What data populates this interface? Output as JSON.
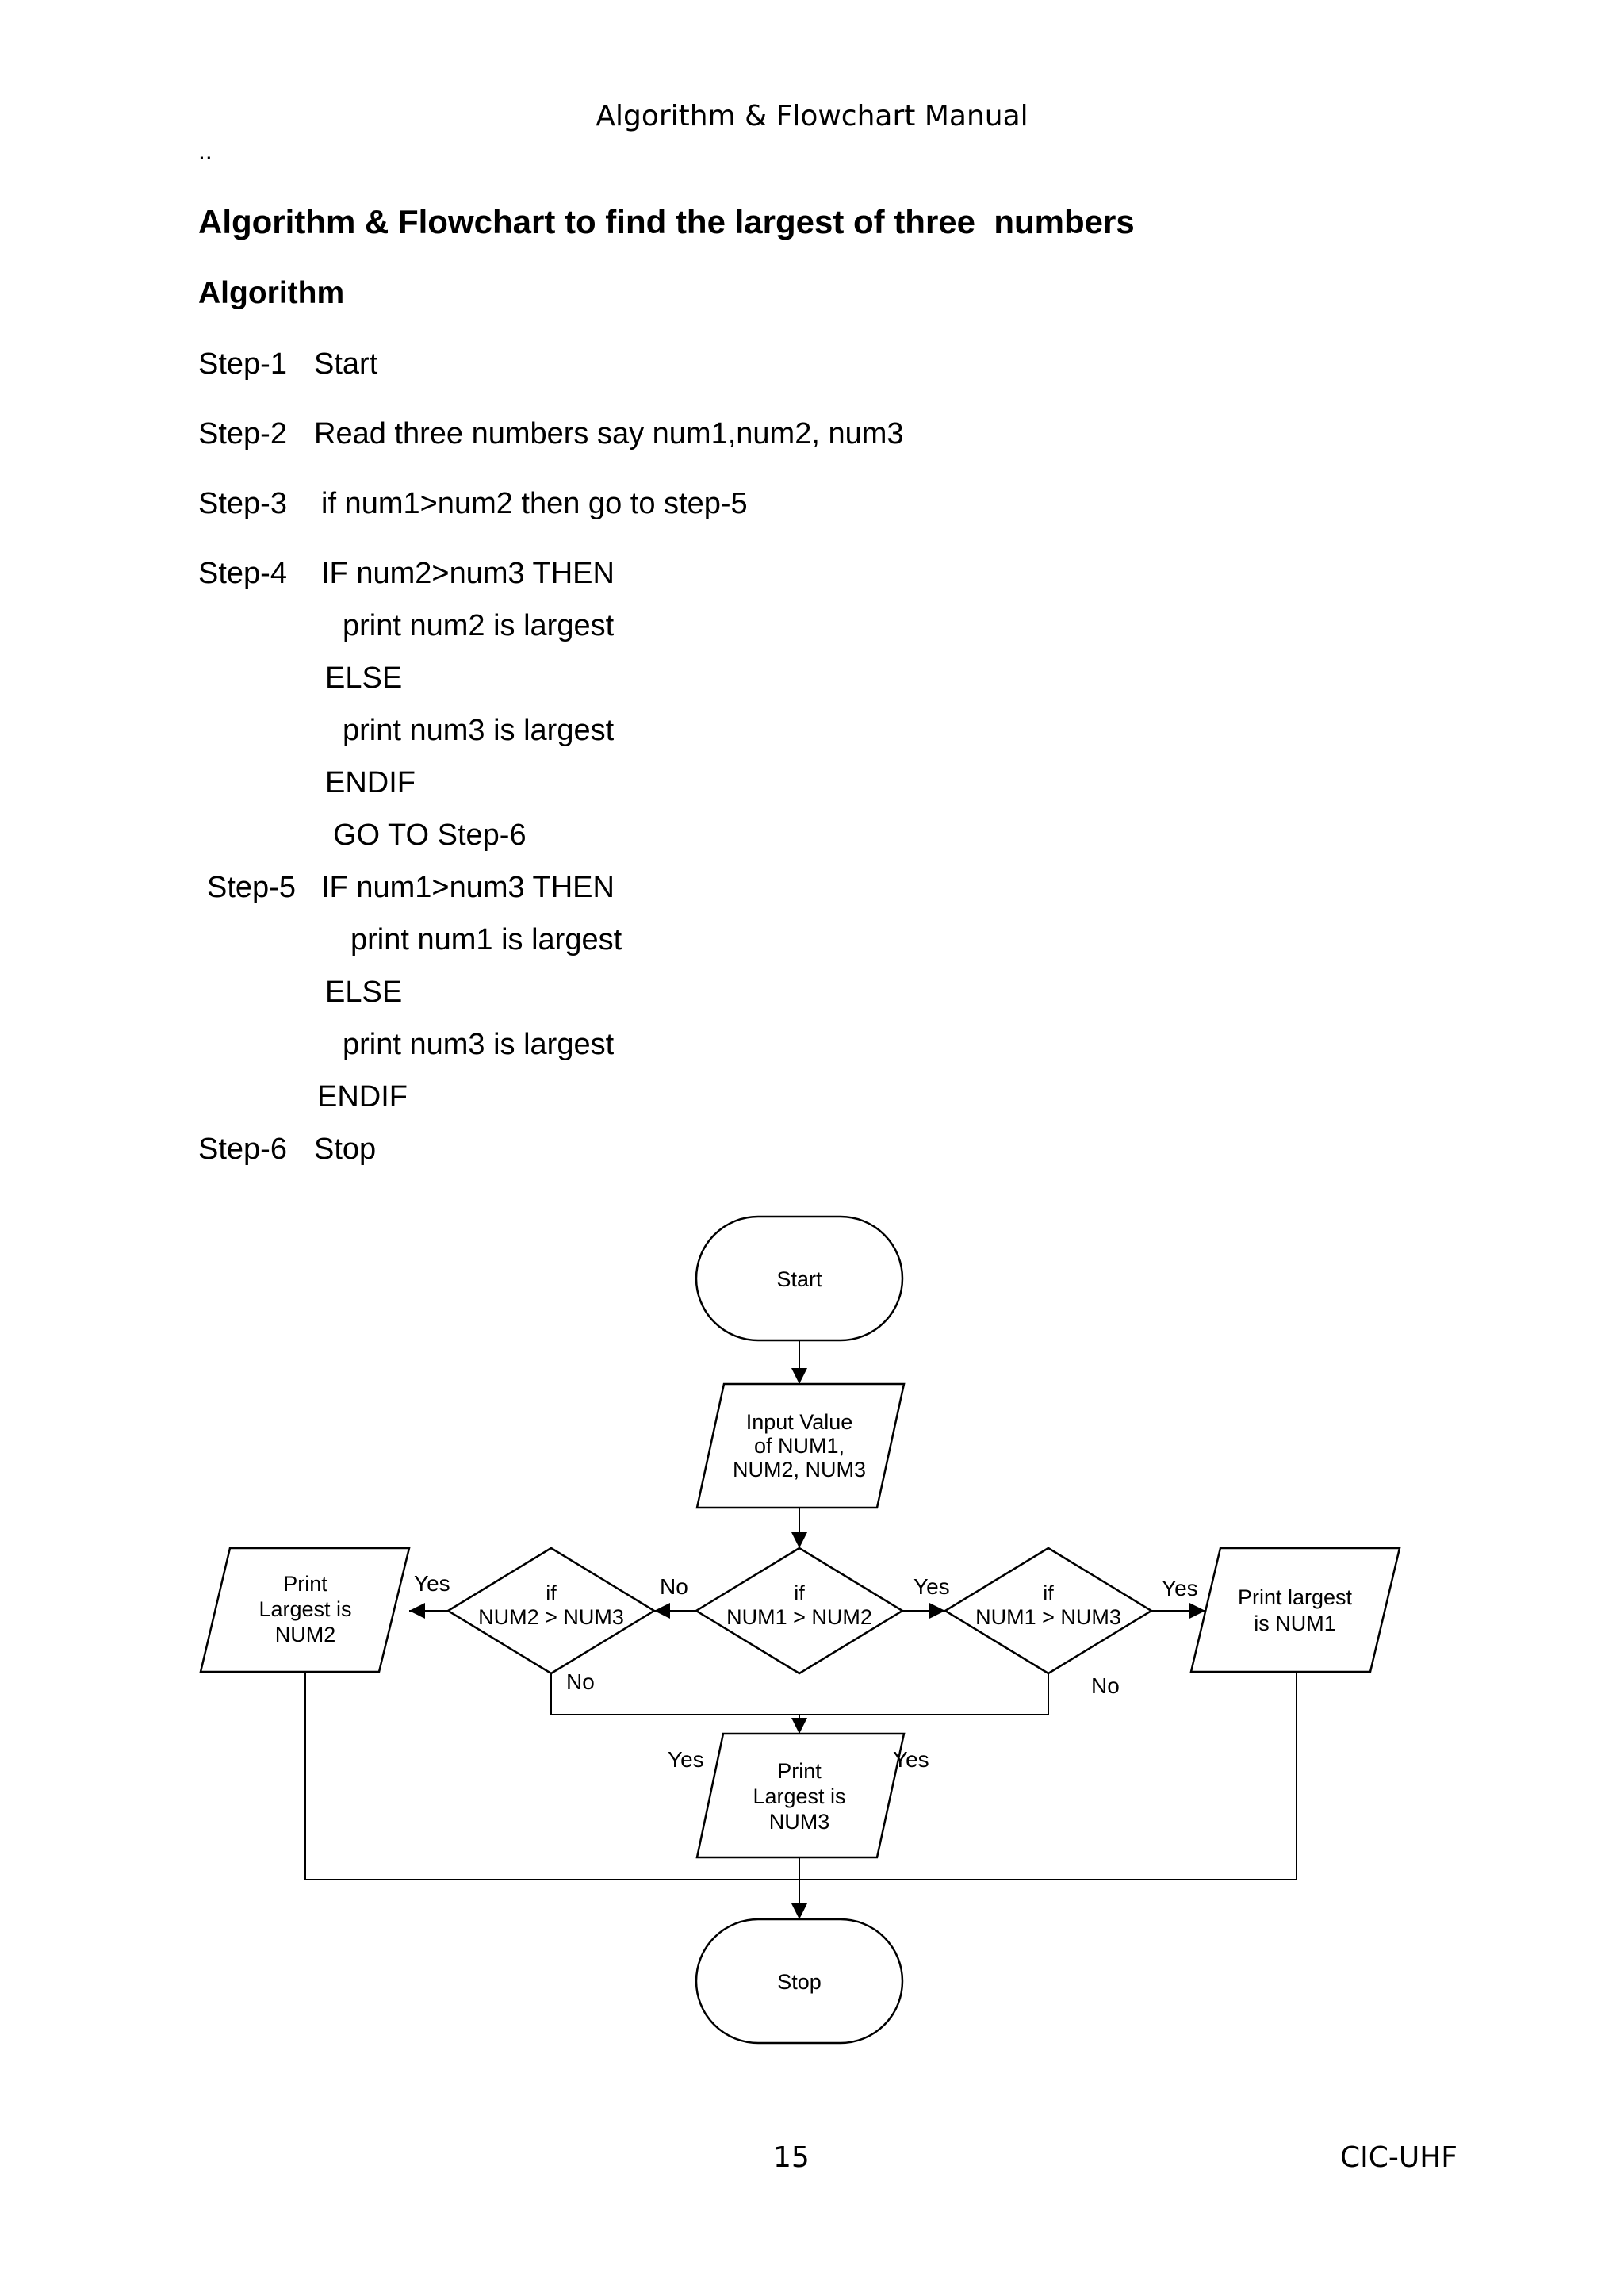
{
  "header": "Algorithm & Flowchart Manual",
  "dots": "..",
  "title": "Algorithm & Flowchart to find the largest of three  numbers",
  "subtitle": "Algorithm",
  "steps": [
    {
      "label": "Step-1",
      "text": "Start"
    },
    {
      "label": "Step-2",
      "text": "Read three numbers say num1,num2, num3"
    },
    {
      "label": "Step-3",
      "text": "if num1>num2 then go to step-5"
    },
    {
      "label": "Step-4",
      "text": "IF num2>num3 THEN"
    },
    {
      "label": "",
      "text": "print num2 is largest"
    },
    {
      "label": "",
      "text": "ELSE"
    },
    {
      "label": "",
      "text": "print num3 is largest"
    },
    {
      "label": "",
      "text": "ENDIF"
    },
    {
      "label": "",
      "text": "GO TO Step-6"
    },
    {
      "label": "Step-5",
      "text": "IF num1>num3 THEN"
    },
    {
      "label": "",
      "text": "print num1 is largest"
    },
    {
      "label": "",
      "text": "ELSE"
    },
    {
      "label": "",
      "text": "print num3 is largest"
    },
    {
      "label": "",
      "text": "ENDIF"
    },
    {
      "label": "Step-6",
      "text": "Stop"
    }
  ],
  "flowchart": {
    "start": "Start",
    "input": [
      "Input Value",
      "of NUM1,",
      "NUM2, NUM3"
    ],
    "cond_left": [
      "if",
      "NUM2 > NUM3"
    ],
    "cond_center": [
      "if",
      "NUM1 > NUM2"
    ],
    "cond_right": [
      "if",
      "NUM1 > NUM3"
    ],
    "print_num2": [
      "Print",
      "Largest is",
      "NUM2"
    ],
    "print_num1": [
      "Print largest",
      "is NUM1"
    ],
    "print_num3": [
      "Print",
      "Largest is",
      "NUM3"
    ],
    "stop": "Stop",
    "yes": "Yes",
    "no": "No"
  },
  "footer": {
    "page": "15",
    "org": "CIC-UHF"
  }
}
